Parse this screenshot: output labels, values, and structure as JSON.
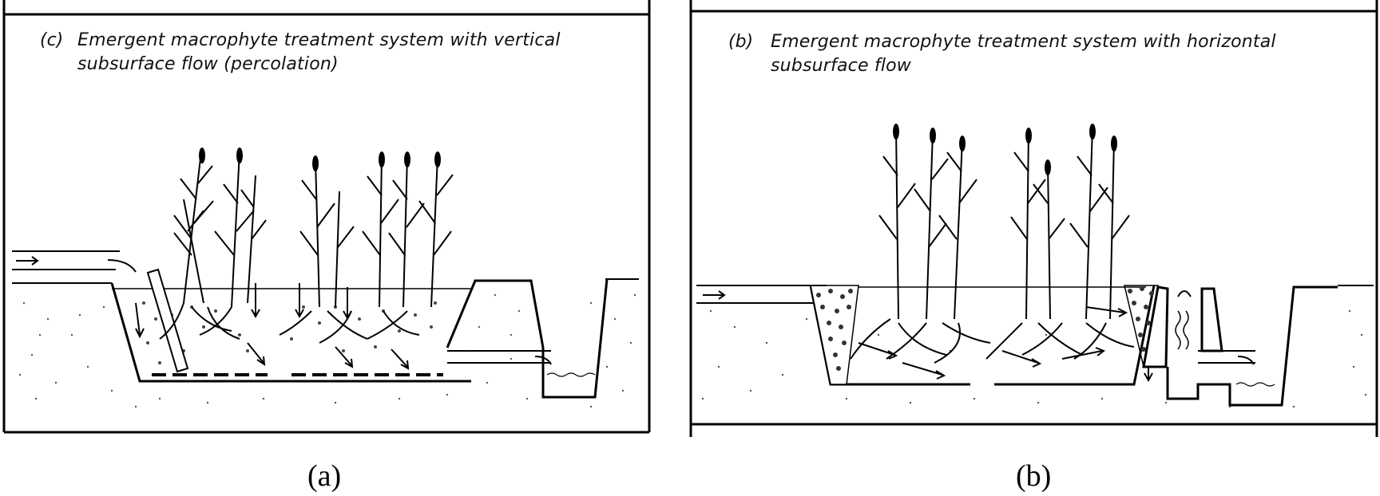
{
  "panel_a": {
    "tag": "(c)",
    "title_line1": "Emergent macrophyte treatment system with vertical",
    "title_line2": "subsurface flow (percolation)",
    "caption": "(a)"
  },
  "panel_b": {
    "tag": "(b)",
    "title_line1": "Emergent macrophyte treatment system with horizontal",
    "title_line2": "subsurface flow",
    "caption": "(b)"
  }
}
